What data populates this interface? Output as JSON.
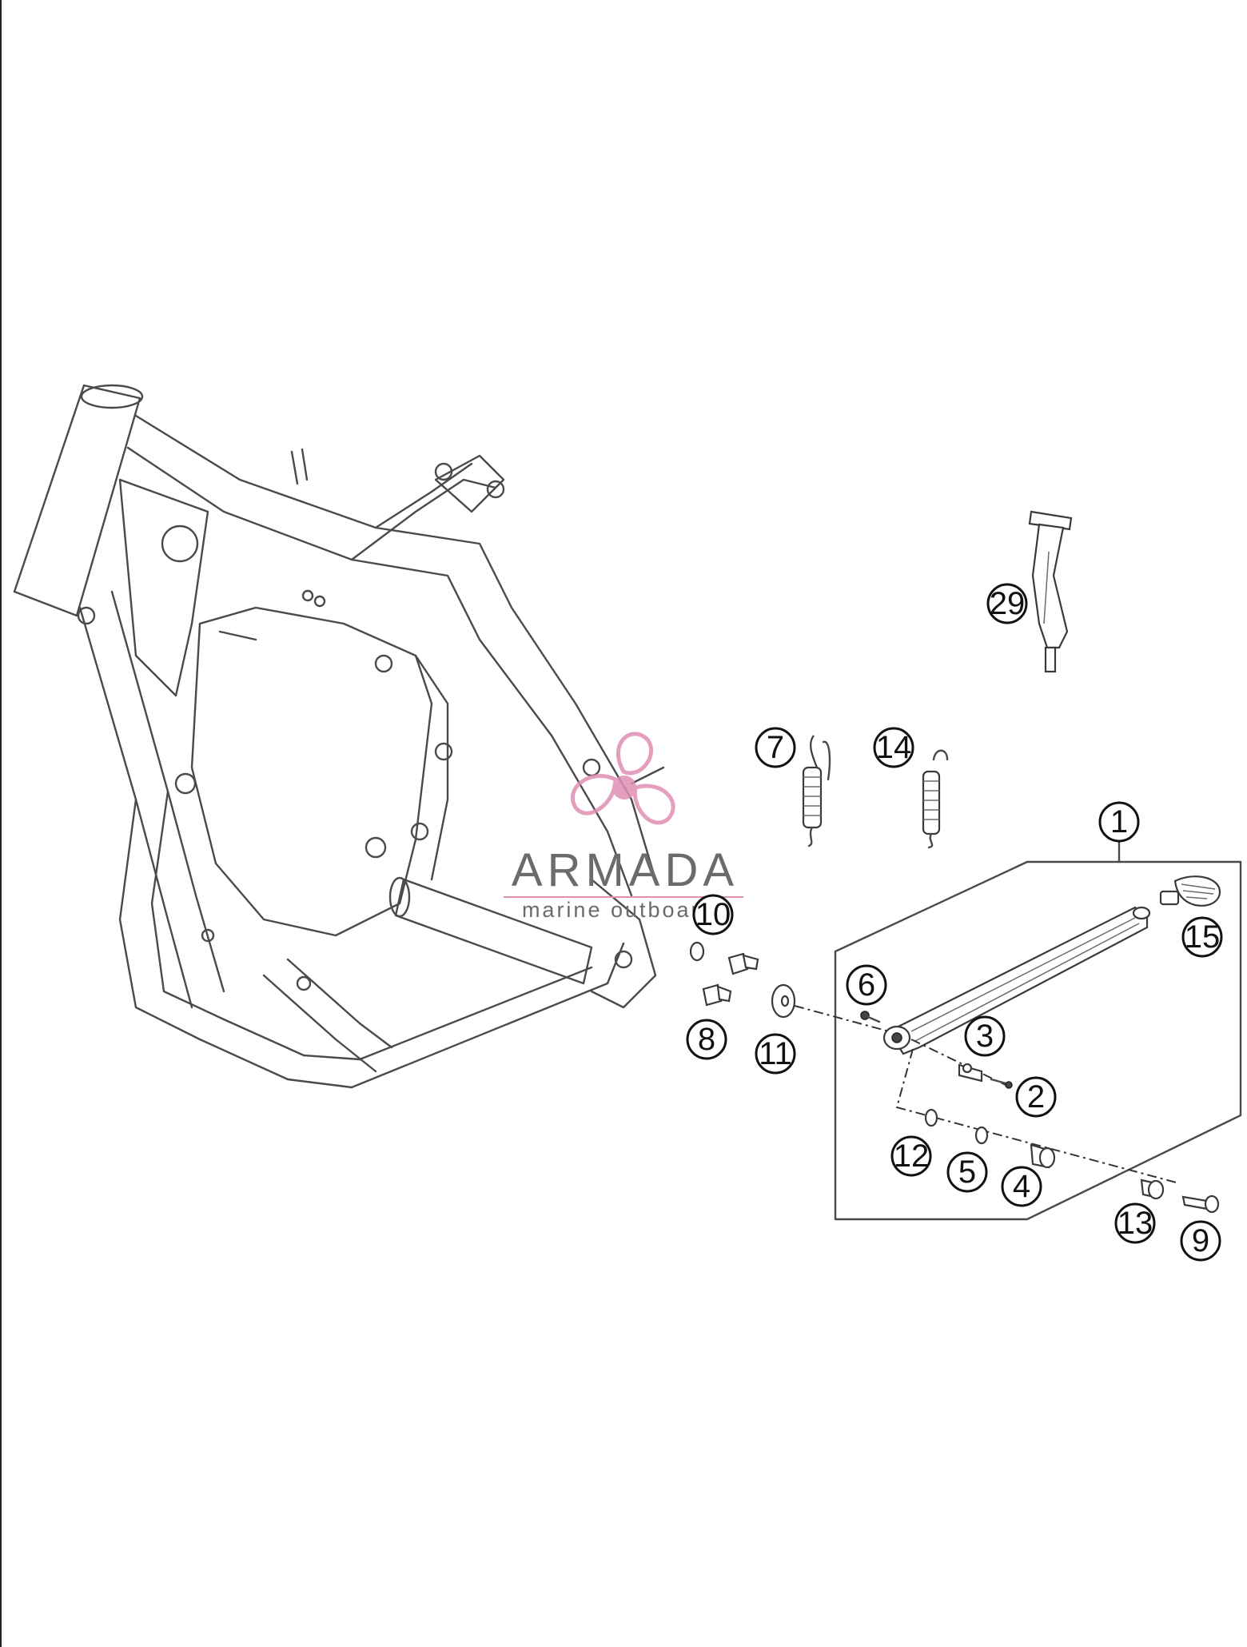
{
  "watermark": {
    "brand": "ARMADA",
    "tagline": "marine outboards",
    "color_brand": "#6b6b6b",
    "color_logo": "#e08fb4"
  },
  "callouts": [
    {
      "id": "1",
      "label": "1"
    },
    {
      "id": "2",
      "label": "2"
    },
    {
      "id": "3",
      "label": "3"
    },
    {
      "id": "4",
      "label": "4"
    },
    {
      "id": "5",
      "label": "5"
    },
    {
      "id": "6",
      "label": "6"
    },
    {
      "id": "7",
      "label": "7"
    },
    {
      "id": "8",
      "label": "8"
    },
    {
      "id": "9",
      "label": "9"
    },
    {
      "id": "10",
      "label": "10"
    },
    {
      "id": "11",
      "label": "11"
    },
    {
      "id": "12",
      "label": "12"
    },
    {
      "id": "13",
      "label": "13"
    },
    {
      "id": "14",
      "label": "14"
    },
    {
      "id": "15",
      "label": "15"
    },
    {
      "id": "29",
      "label": "29"
    }
  ]
}
